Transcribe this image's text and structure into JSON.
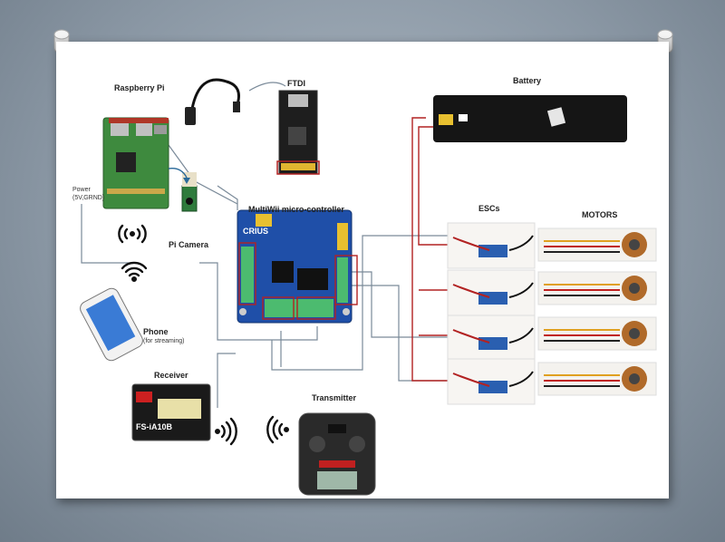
{
  "labels": {
    "raspberry_pi": "Raspberry Pi",
    "ftdi": "FTDI",
    "battery": "Battery",
    "power": "Power",
    "power_detail": "(5V,GRND)",
    "pi_camera": "Pi Camera",
    "multiwii": "MultiWii micro-controller",
    "escs": "ESCs",
    "motors": "MOTORS",
    "phone": "Phone",
    "phone_detail": "(for streaming)",
    "receiver": "Receiver",
    "transmitter": "Transmitter"
  },
  "device_text": {
    "crius": "CRIUS",
    "receiver_model": "FS-iA10B"
  },
  "colors": {
    "background": "#8a97a4",
    "board": "#ffffff",
    "wire_red": "#b22222",
    "wire_gray": "#7a8a99",
    "mcu_blue": "#1f4fa8",
    "pi_green": "#3e8a3e",
    "esc_blue": "#2a5fb0"
  }
}
